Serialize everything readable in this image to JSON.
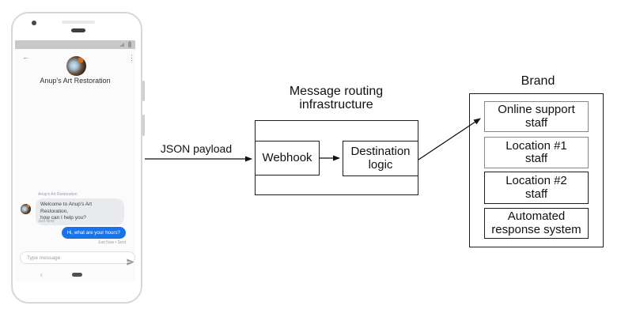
{
  "phone": {
    "icons": {
      "back": "←",
      "menu": "⋮",
      "nav_back": "‹"
    },
    "chat_header": {
      "title": "Anup's Art Restoration"
    },
    "conversation": {
      "sender_label": "Anup's Art Restoration",
      "incoming": {
        "text": "Welcome to Anup's Art Restoration,\nhow can I help you?",
        "timestamp": "Just Now"
      },
      "outgoing": {
        "text": "Hi, what are your hours?",
        "timestamp": "Just Now • Sent"
      }
    },
    "composer": {
      "placeholder": "Type message"
    }
  },
  "diagram": {
    "payload_arrow_label": "JSON payload",
    "routing": {
      "title": "Message routing\ninfrastructure",
      "webhook": "Webhook",
      "destination": "Destination\nlogic"
    },
    "brand": {
      "title": "Brand",
      "targets": [
        "Online support\nstaff",
        "Location #1\nstaff",
        "Location #2\nstaff",
        "Automated\nresponse system"
      ]
    }
  },
  "colors": {
    "outgoing_bubble": "#1a73e8",
    "incoming_bubble": "#e9eaee",
    "status_bar": "#c6c8ca",
    "phone_border": "#d7d7d7",
    "muted_text": "#9aa0a6",
    "highlight_box_border": "#878787",
    "box_border": "#1d1d1d"
  }
}
